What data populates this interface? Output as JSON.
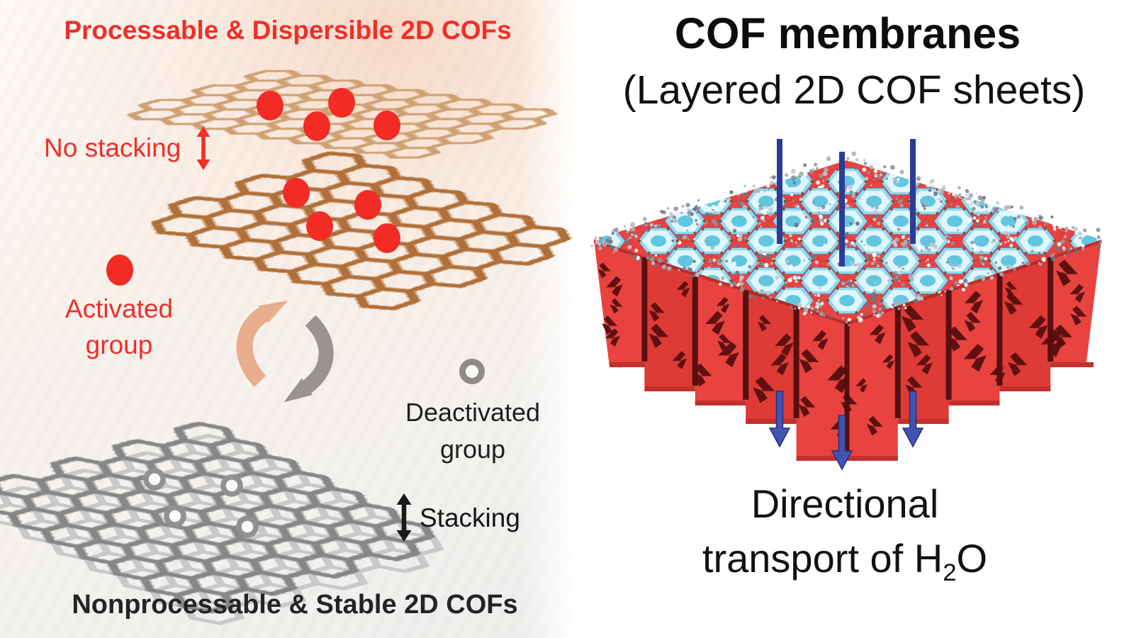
{
  "figure": {
    "kind": "scientific-schematic",
    "topic": "Processable 2D COFs assembled into layered COF membranes for directional water transport"
  },
  "left_panel": {
    "title": "Processable & Dispersible 2D COFs",
    "label_no_stacking": "No stacking",
    "legend_activated_line1": "Activated",
    "legend_activated_line2": "group",
    "legend_deactivated_line1": "Deactivated",
    "legend_deactivated_line2": "group",
    "label_stacking": "Stacking",
    "bottom_title": "Nonprocessable & Stable 2D COFs",
    "icons": {
      "activated_group_icon": "filled-red-circle",
      "deactivated_group_icon": "gray-open-ring",
      "no_stacking_arrow_icon": "red-vertical-double-arrow",
      "stacking_arrow_icon": "black-vertical-double-arrow",
      "interconversion_icon": "curved-swap-arrows"
    },
    "sheet_marker_counts": {
      "top_sheet_red_dots": 4,
      "bottom_sheet_red_dots": 4,
      "stacked_sheet_rings": 4
    },
    "colors": {
      "title_red": "#ef2f28",
      "activated_dot": "#f22b25",
      "deactivated_ring": "#8f8b87",
      "dispersed_sheet_top": "#cfa173",
      "dispersed_sheet_bottom": "#b1703a",
      "stacked_sheet_dark": "#878787",
      "stacked_sheet_light": "#c9c9c9",
      "swap_arrow_tan": "#e7ad8d",
      "swap_arrow_gray": "#989492",
      "background_tint": "#f9e8dc"
    }
  },
  "right_panel": {
    "title": "COF membranes",
    "subtitle": "(Layered 2D COF sheets)",
    "caption_line1": "Directional",
    "caption_line2": {
      "prefix": "transport of H",
      "subscript": "2",
      "suffix": "O"
    },
    "icons": {
      "water_flow_icon": "blue-down-arrows",
      "water_entry_icon": "blue-vertical-lines"
    },
    "colors": {
      "membrane_red": "#e8433f",
      "membrane_dark_red": "#c4302c",
      "membrane_shadow": "#570f0f",
      "pore_blue": "#93d8ec",
      "pore_blue_pale": "#dff6fb",
      "pore_blue_deep": "#62c6e0",
      "fuzz_gray": "#8b93a0",
      "flow_arrow_blue": "#4055b2",
      "entry_line_blue": "#2c3c96",
      "text_color": "#111111"
    }
  }
}
